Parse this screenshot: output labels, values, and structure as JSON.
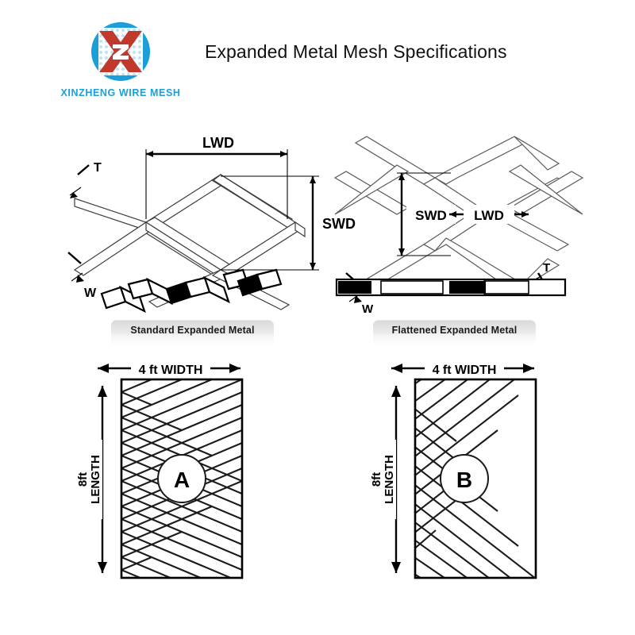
{
  "header": {
    "title": "Expanded Metal Mesh Specifications",
    "brand_name": "XINZHENG WIRE MESH",
    "logo": {
      "icon": "xinzheng-x-logo-icon",
      "circle_color": "#1a9fd9",
      "x_color": "#c0392b",
      "inner_panel_color": "#ffffff",
      "mesh_dot_color": "#bfe3f7",
      "letter": "Z"
    },
    "brand_color": "#1a9fd9"
  },
  "figures": {
    "standard": {
      "caption": "Standard Expanded Metal",
      "dimensions": {
        "lwd": "LWD",
        "swd": "SWD",
        "thickness": "T",
        "width": "W"
      }
    },
    "flattened": {
      "caption": "Flattened Expanded Metal",
      "dimensions": {
        "lwd": "LWD",
        "swd": "SWD",
        "thickness": "T",
        "width": "W"
      }
    }
  },
  "panels": [
    {
      "id": "A",
      "label": "A",
      "width_label": "4 ft WIDTH",
      "length_label_number": "8ft",
      "length_label_word": "LENGTH",
      "mesh_columns": 4,
      "mesh_rows": 16
    },
    {
      "id": "B",
      "label": "B",
      "width_label": "4 ft WIDTH",
      "length_label_number": "8ft",
      "length_label_word": "LENGTH",
      "mesh_columns": 6,
      "mesh_rows": 11
    }
  ],
  "colors": {
    "background": "#ffffff",
    "line": "#000000",
    "caption_gradient_top": "#d8d8d8",
    "caption_gradient_bottom": "#ffffff"
  }
}
